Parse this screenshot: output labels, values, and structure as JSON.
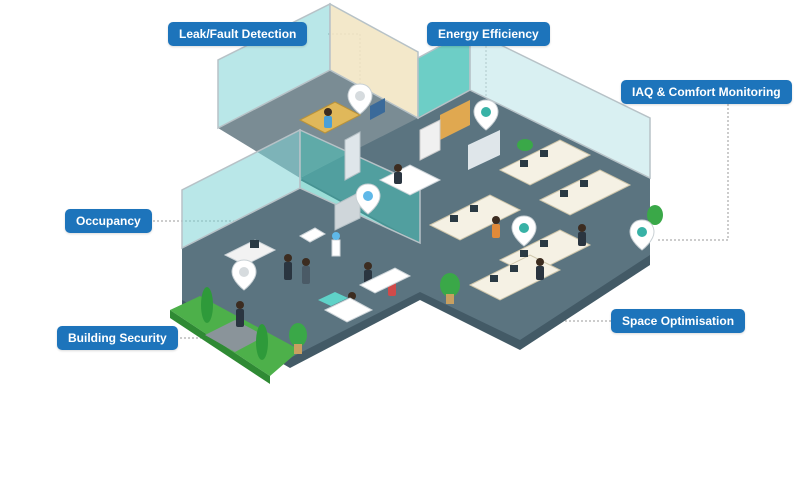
{
  "callouts": {
    "leak": "Leak/Fault Detection",
    "energy": "Energy Efficiency",
    "iaq": "IAQ & Comfort Monitoring",
    "occupancy": "Occupancy",
    "security": "Building Security",
    "space": "Space Optimisation"
  },
  "icons": [
    "location-pin-icon",
    "plant-icon",
    "desk-icon",
    "computer-icon",
    "chair-icon",
    "person-icon",
    "sofa-icon",
    "water-cooler-icon",
    "cabinet-icon"
  ],
  "colors": {
    "callout": "#1d74bb",
    "connector": "#9a9a9a",
    "floor": "#5b7480",
    "wall_glass": "#7fd3d6",
    "grass": "#4db04a",
    "pin": "#ffffff",
    "pin_center": "#38b2a6"
  }
}
